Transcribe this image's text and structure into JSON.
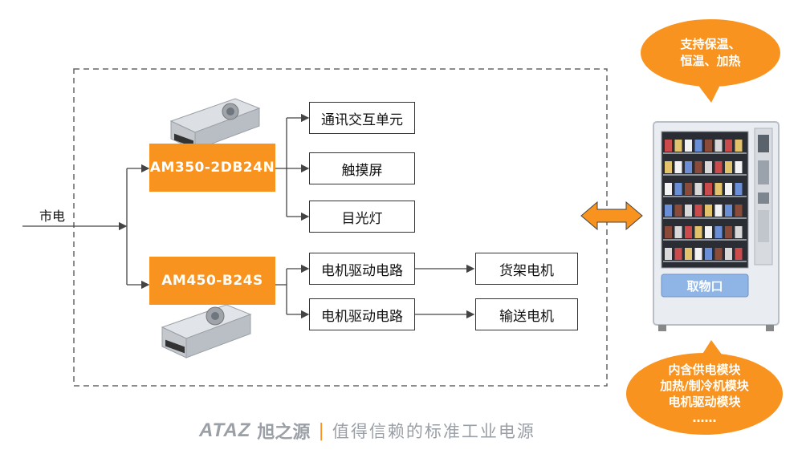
{
  "input_label": "市电",
  "supplies": [
    {
      "model": "AM350-2DB24N"
    },
    {
      "model": "AM450-B24S"
    }
  ],
  "loads_top": [
    "通讯交互单元",
    "触摸屏",
    "目光灯"
  ],
  "drive_circuits": [
    "电机驱动电路",
    "电机驱动电路"
  ],
  "motors": [
    "货架电机",
    "输送电机"
  ],
  "bubble_top": [
    "支持保温、",
    "恒温、加热"
  ],
  "bubble_bottom": [
    "内含供电模块",
    "加热/制冷机模块",
    "电机驱动模块",
    "……"
  ],
  "machine": {
    "pickup_label": "取物口"
  },
  "footer": {
    "brand": "ATAZ",
    "brand_cn": "旭之源",
    "separator": "|",
    "slogan": "值得信赖的标准工业电源"
  },
  "colors": {
    "accent": "#f7931e",
    "line": "#444444",
    "machine_body": "#e9ecf0",
    "pickup": "#8fb4e6"
  }
}
